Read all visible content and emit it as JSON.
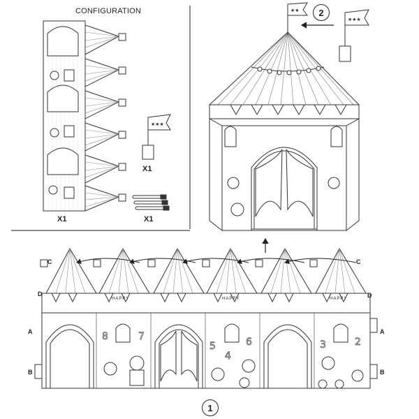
{
  "configuration": {
    "title": "CONFIGURATION",
    "panel_qty": "X1",
    "flag_qty": "X1",
    "markers_qty": "X1"
  },
  "steps": {
    "step1": "1",
    "step2": "2"
  },
  "edge_labels": {
    "a": "A",
    "b": "B",
    "c": "C",
    "d": "D"
  },
  "tent_text": {
    "happy": "HAPPY"
  }
}
